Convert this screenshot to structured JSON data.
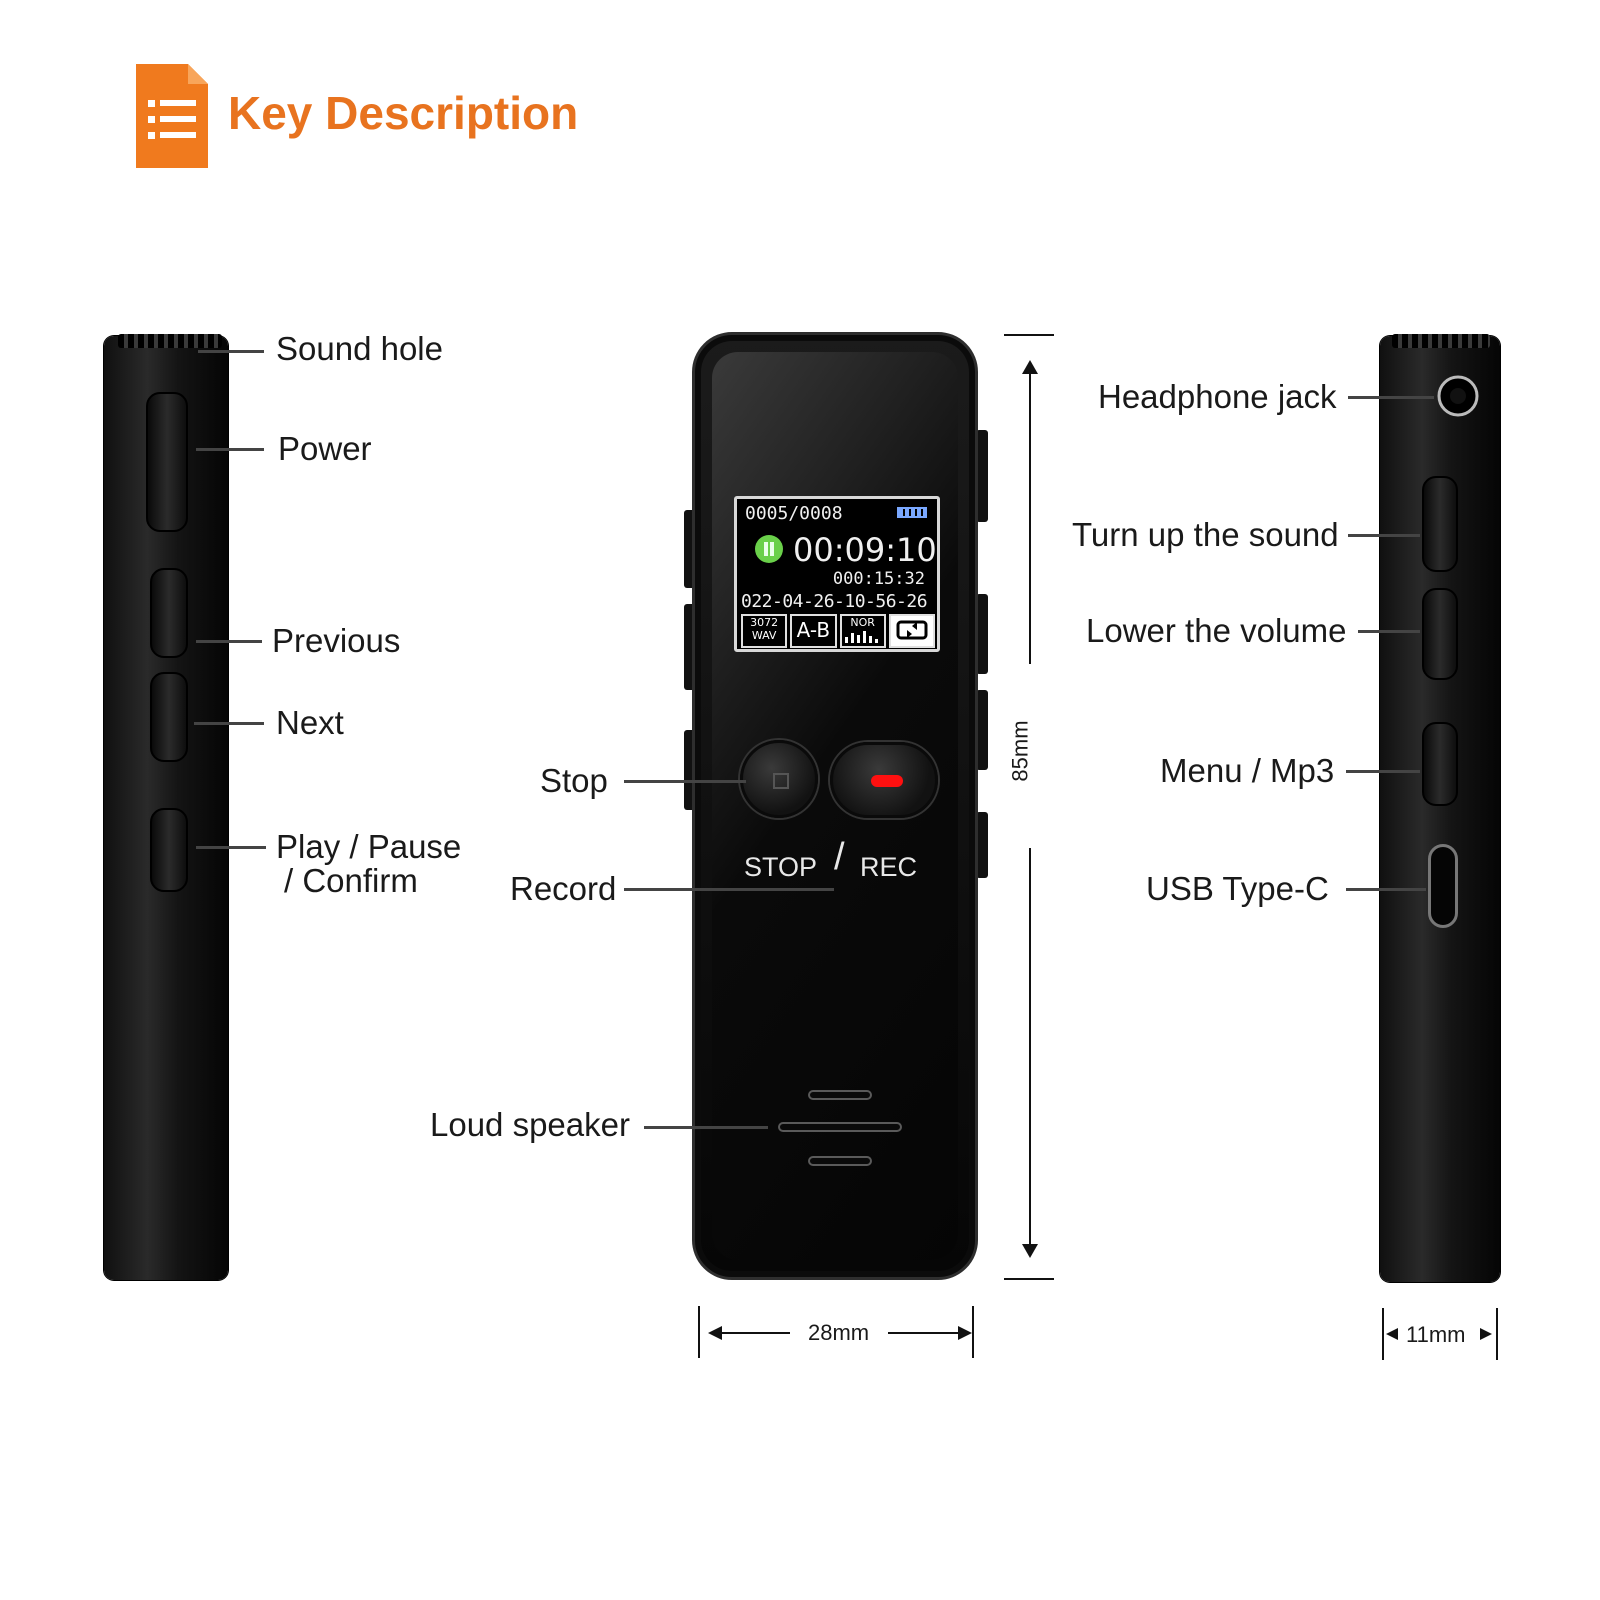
{
  "header": {
    "title": "Key Description",
    "icon": "document-list-icon",
    "accent_color": "#e8731f"
  },
  "left_side_labels": {
    "sound_hole": "Sound hole",
    "power": "Power",
    "previous": "Previous",
    "next": "Next",
    "play_pause_line1": "Play / Pause",
    "play_pause_line2": "/ Confirm"
  },
  "front_labels": {
    "stop": "Stop",
    "record": "Record",
    "loud_speaker": "Loud speaker"
  },
  "right_side_labels": {
    "headphone_jack": "Headphone jack",
    "turn_up": "Turn up the sound",
    "lower_volume": "Lower the volume",
    "menu": "Menu / Mp3",
    "usb": "USB Type-C"
  },
  "device": {
    "stop_key": "STOP",
    "slash": "/",
    "rec_key": "REC",
    "rec_color": "#ff1010",
    "screen": {
      "file_count": "0005/0008",
      "elapsed": "00:09:10",
      "total": "000:15:32",
      "datetime": "022-04-26-10-56-26",
      "bitrate": "3072",
      "format": "WAV",
      "ab_repeat": "A-B",
      "eq_mode": "NOR"
    }
  },
  "dimensions": {
    "height": "85mm",
    "width": "28mm",
    "depth": "11mm"
  }
}
